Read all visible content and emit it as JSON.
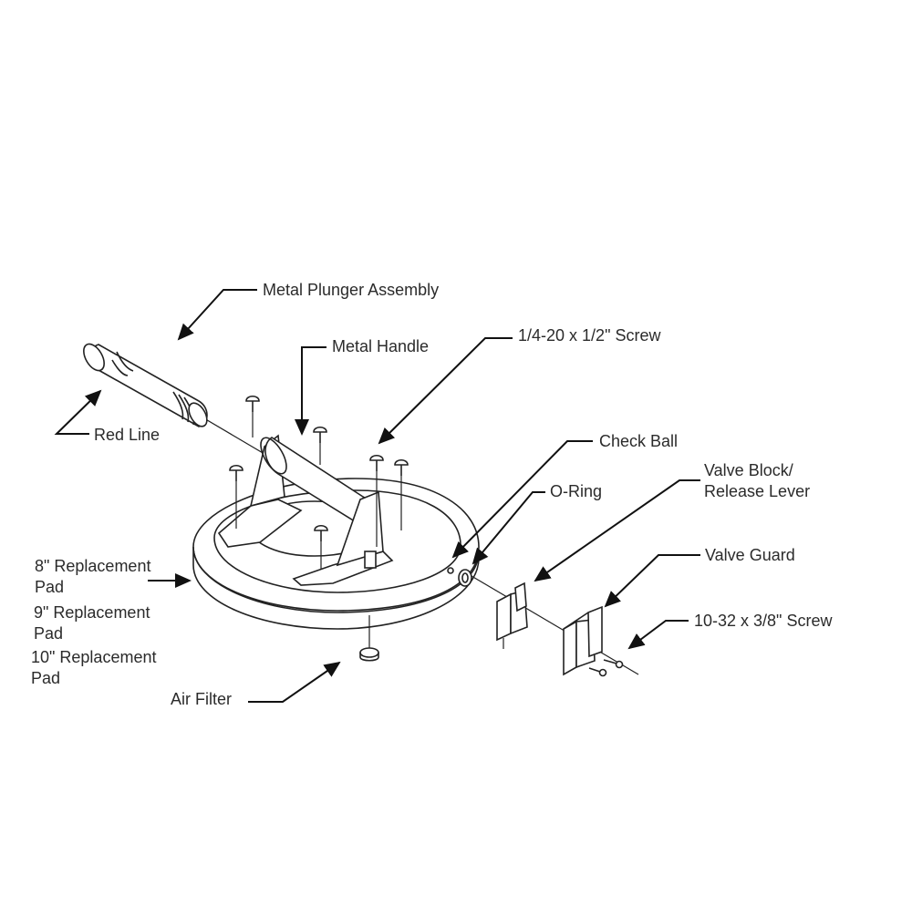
{
  "labels": {
    "plunger": "Metal Plunger Assembly",
    "handle": "Metal Handle",
    "screw_quarter": "1/4-20 x 1/2\" Screw",
    "check_ball": "Check Ball",
    "o_ring": "O-Ring",
    "valve_block_1": "Valve Block/",
    "valve_block_2": "Release Lever",
    "valve_guard": "Valve Guard",
    "screw_small": "10-32 x 3/8\" Screw",
    "red_line": "Red Line",
    "pad8_1": "8\" Replacement",
    "pad8_2": "Pad",
    "pad9_1": "9\" Replacement",
    "pad9_2": "Pad",
    "pad10_1": "10\" Replacement",
    "pad10_2": "Pad",
    "air_filter": "Air Filter"
  }
}
